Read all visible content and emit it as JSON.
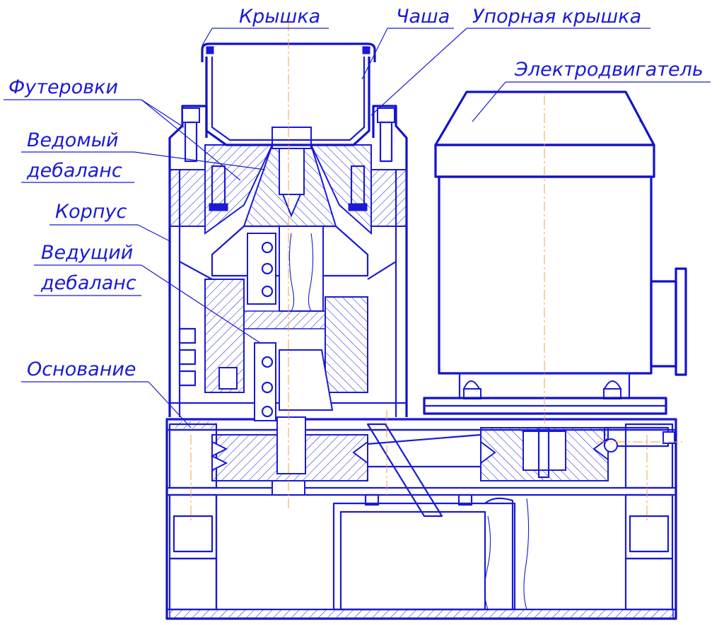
{
  "labels": {
    "lid": "Крышка",
    "bowl": "Чаша",
    "thrust_lid": "Упорная крышка",
    "motor": "Электродвигатель",
    "linings": "Футеровки",
    "driven_unbalance_1": "Ведомый",
    "driven_unbalance_2": "дебаланс",
    "housing": "Корпус",
    "driving_unbalance_1": "Ведущий",
    "driving_unbalance_2": "дебаланс",
    "base": "Основание"
  },
  "colors": {
    "line": "#1a1ad6",
    "centerline": "#f0a040",
    "background": "#ffffff"
  }
}
